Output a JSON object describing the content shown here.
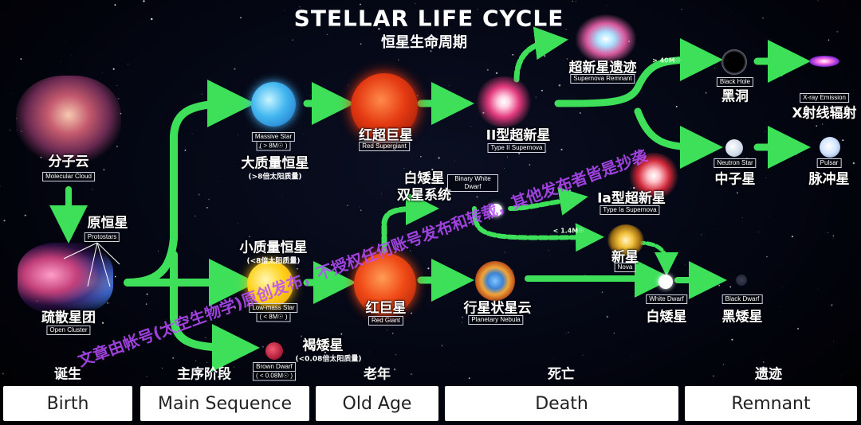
{
  "title": {
    "en": "STELLAR LIFE CYCLE",
    "cn": "恒星生命周期"
  },
  "stages": [
    {
      "cn": "诞生",
      "en": "Birth"
    },
    {
      "cn": "主序阶段",
      "en": "Main Sequence"
    },
    {
      "cn": "老年",
      "en": "Old Age"
    },
    {
      "cn": "死亡",
      "en": "Death"
    },
    {
      "cn": "遗迹",
      "en": "Remnant"
    }
  ],
  "nodes": {
    "molecular_cloud": {
      "cn": "分子云",
      "en": "Molecular Cloud"
    },
    "protostar": {
      "cn": "原恒星",
      "en": "Protostars"
    },
    "open_cluster": {
      "cn": "疏散星团",
      "en": "Open Cluster"
    },
    "massive_star": {
      "cn": "大质量恒星",
      "en": "Massive Star",
      "en_note": "( > 8M☉ )",
      "note": "(>8倍太阳质量)"
    },
    "low_mass_star": {
      "cn": "小质量恒星",
      "en": "Low-mass Star",
      "en_note": "( < 8M☉ )",
      "note": "(<8倍太阳质量)"
    },
    "brown_dwarf": {
      "cn": "褐矮星",
      "en": "Brown Dwarf",
      "en_note": "( < 0.08M☉ )",
      "note": "(<0.08倍太阳质量)"
    },
    "red_supergiant": {
      "cn": "红超巨星",
      "en": "Red Supergiant"
    },
    "red_giant": {
      "cn": "红巨星",
      "en": "Red Giant"
    },
    "type2_supernova": {
      "cn": "II型超新星",
      "en": "Type II Supernova"
    },
    "supernova_remnant": {
      "cn": "超新星遗迹",
      "en": "Supernova Remnant"
    },
    "black_hole": {
      "cn": "黑洞",
      "en": "Black Hole"
    },
    "xray": {
      "cn": "X射线辐射",
      "en": "X-ray Emission"
    },
    "neutron_star": {
      "cn": "中子星",
      "en": "Neutron Star"
    },
    "pulsar": {
      "cn": "脉冲星",
      "en": "Pulsar"
    },
    "binary": {
      "cn1": "白矮星",
      "cn2": "双星系统",
      "en": "Binary White Dwarf"
    },
    "type1a": {
      "cn": "Ia型超新星",
      "en": "Type Ia Supernova"
    },
    "nova": {
      "cn": "新星",
      "en": "Nova"
    },
    "planetary_nebula": {
      "cn": "行星状星云",
      "en": "Planetary Nebula"
    },
    "white_dwarf": {
      "cn": "白矮星",
      "en": "White Dwarf"
    },
    "black_dwarf": {
      "cn": "黑矮星",
      "en": "Black Dwarf"
    }
  },
  "arrow_notes": {
    "gt_40": "> 40M☉",
    "lt_140": "< 1.4M☉"
  },
  "watermark": {
    "line1": "文章由帐号(太空生物学)原创发布，不授权任何账号发布和转载，其他发布者皆是抄袭"
  },
  "colors": {
    "arrow": "#3ee05a",
    "label_bg": "#ffffff",
    "watermark": "#b94cff"
  }
}
